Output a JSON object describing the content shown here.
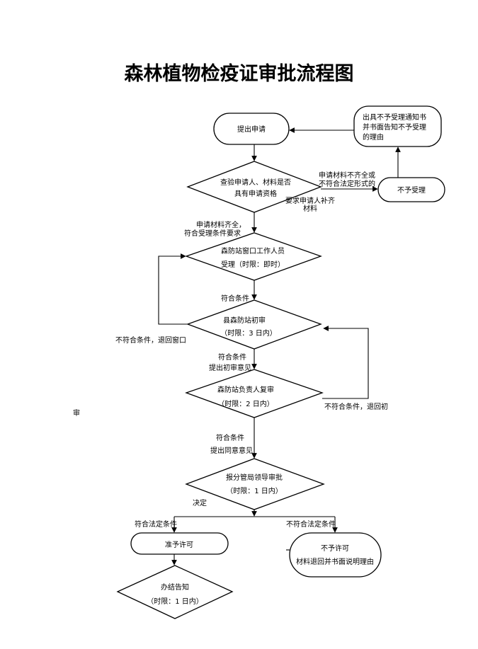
{
  "title": "森林植物检疫证审批流程图",
  "nodes": {
    "apply": "提出申请",
    "check": [
      "查验申请人、材料是否",
      "具有申请资格"
    ],
    "accept": [
      "森防站窗口工作人员",
      "受理（时限：即时）"
    ],
    "county_review": [
      "县森防站初审",
      "（时限：3 日内）"
    ],
    "head_review": [
      "森防站负责人复审",
      "（时限：2 日内）"
    ],
    "bureau_approval": [
      "报分管局领导审批",
      "（时限：1 日内）"
    ],
    "permit": "准予许可",
    "notify": [
      "办结告知",
      "（时限：1 日内）"
    ],
    "deny": [
      "不予许可",
      "材料退回并书面说明理由"
    ],
    "not_accept": "不予受理",
    "not_accept_notice": [
      "出具不予受理通知书",
      "并书面告知不予受理",
      "的理由"
    ]
  },
  "edge_labels": {
    "incomplete": [
      "申请材料不齐全或",
      "不符合法定形式的"
    ],
    "supplement": [
      "要求申请人补齐",
      "材料"
    ],
    "complete": [
      "申请材料齐全，",
      "符合受理条件要求"
    ],
    "meets_1": "符合条件",
    "return_window": "不符合条件，退回窗口",
    "meets_2": [
      "符合条件",
      "提出初审意见"
    ],
    "return_first": "不符合条件，退回初",
    "margin_char": "审",
    "meets_3": [
      "符合条件",
      "提出同意意见"
    ],
    "decide": "决定",
    "legal_yes": "符合法定条件",
    "legal_no": "不符合法定条件"
  }
}
